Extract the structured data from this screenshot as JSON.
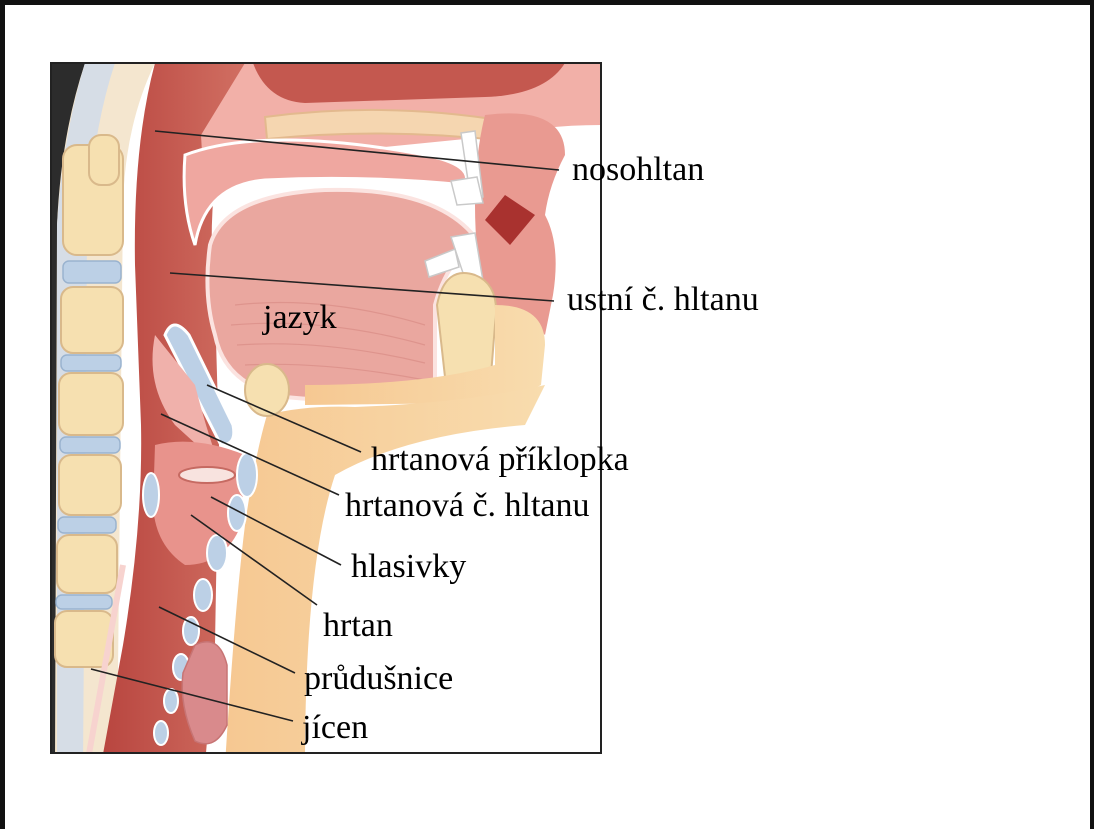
{
  "labels": {
    "nasopharynx": "nosohltan",
    "oropharynx": "ustní č. hltanu",
    "tongue": "jazyk",
    "epiglottis": "hrtanová příklopka",
    "laryngopharynx": "hrtanová č. hltanu",
    "vocal_cords": "hlasivky",
    "larynx": "hrtan",
    "trachea": "průdušnice",
    "esophagus": "jícen"
  },
  "colors": {
    "background": "#ffffff",
    "frame": "#111111",
    "lining": "#c75a52",
    "soft_tissue": "#e9a0a0",
    "skin": "#f3cf9b",
    "bone": "#f6e3bc",
    "cartilage": "#b9cde3"
  }
}
